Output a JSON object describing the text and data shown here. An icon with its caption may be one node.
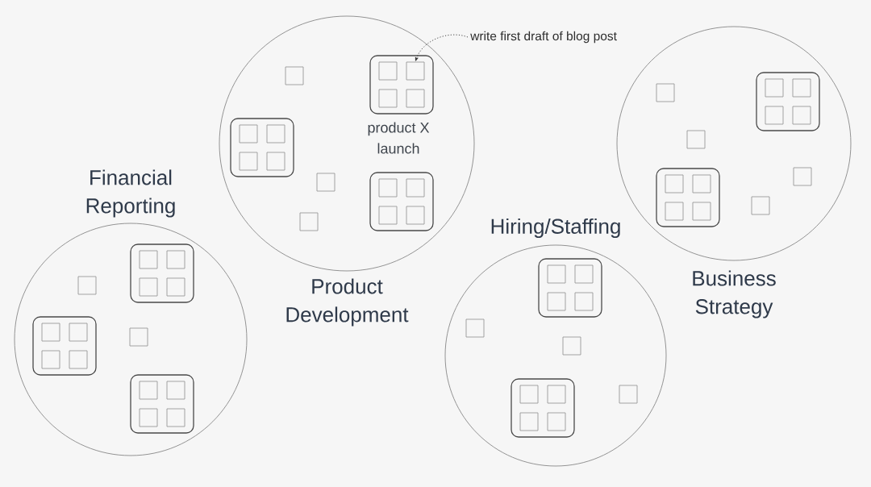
{
  "diagram": {
    "nodes": [
      {
        "text": [
          "Financial Reporting"
        ]
      },
      {
        "text": [],
        "shape": "box",
        "in": 0
      },
      {
        "text": [],
        "shape": "box",
        "in": 1
      },
      {
        "text": [],
        "shape": "box",
        "in": 1
      },
      {
        "text": [],
        "shape": "box",
        "in": 1
      },
      {
        "text": [],
        "shape": "box",
        "in": 1
      },
      {
        "text": [],
        "shape": "box",
        "in": 0
      },
      {
        "text": [],
        "shape": "box",
        "in": 0
      },
      {
        "text": [],
        "shape": "box",
        "in": 0
      },
      {
        "text": [],
        "shape": "box",
        "in": 8
      },
      {
        "text": [],
        "shape": "box",
        "in": 8
      },
      {
        "text": [],
        "shape": "box",
        "in": 8
      },
      {
        "text": [],
        "shape": "box",
        "in": 8
      },
      {
        "text": [],
        "shape": "box",
        "in": 0
      },
      {
        "text": [],
        "shape": "box",
        "in": 13
      },
      {
        "text": [],
        "shape": "box",
        "in": 13
      },
      {
        "text": [],
        "shape": "box",
        "in": 13
      },
      {
        "text": [],
        "shape": "box",
        "in": 13
      },
      {
        "text": [
          "Product Development"
        ]
      },
      {
        "text": [],
        "shape": "box",
        "in": 18,
        "beside": [
          "product X launch"
        ]
      },
      {
        "text": [],
        "shape": "box",
        "in": 19
      },
      {
        "text": [],
        "shape": "box",
        "in": 19
      },
      {
        "text": [],
        "shape": "box",
        "in": 19
      },
      {
        "text": [],
        "shape": "box",
        "in": 19
      },
      {
        "text": [],
        "shape": "box",
        "in": 18
      },
      {
        "text": [],
        "shape": "box",
        "in": 18
      },
      {
        "text": [],
        "shape": "box",
        "in": 25
      },
      {
        "text": [],
        "shape": "box",
        "in": 25
      },
      {
        "text": [],
        "shape": "box",
        "in": 25
      },
      {
        "text": [],
        "shape": "box",
        "in": 25
      },
      {
        "text": [],
        "shape": "box",
        "in": 18
      },
      {
        "text": [],
        "shape": "box",
        "in": 18
      },
      {
        "text": [],
        "shape": "box",
        "in": 31
      },
      {
        "text": [],
        "shape": "box",
        "in": 31
      },
      {
        "text": [],
        "shape": "box",
        "in": 31
      },
      {
        "text": [],
        "shape": "box",
        "in": 31
      },
      {
        "text": [],
        "shape": "box",
        "in": 18
      },
      {
        "text": [
          "write first draft of blog post"
        ]
      },
      {
        "text": [
          "Hiring/Staffing"
        ]
      },
      {
        "text": [],
        "shape": "box",
        "in": 38
      },
      {
        "text": [],
        "shape": "box",
        "in": 39
      },
      {
        "text": [],
        "shape": "box",
        "in": 39
      },
      {
        "text": [],
        "shape": "box",
        "in": 39
      },
      {
        "text": [],
        "shape": "box",
        "in": 39
      },
      {
        "text": [],
        "shape": "box",
        "in": 38
      },
      {
        "text": [],
        "shape": "box",
        "in": 38
      },
      {
        "text": [],
        "shape": "box",
        "in": 38
      },
      {
        "text": [],
        "shape": "box",
        "in": 38
      },
      {
        "text": [],
        "shape": "box",
        "in": 47
      },
      {
        "text": [],
        "shape": "box",
        "in": 47
      },
      {
        "text": [],
        "shape": "box",
        "in": 47
      },
      {
        "text": [],
        "shape": "box",
        "in": 47
      },
      {
        "text": [
          "Business Strategy"
        ]
      },
      {
        "text": [],
        "shape": "box",
        "in": 52
      },
      {
        "text": [],
        "shape": "box",
        "in": 53
      },
      {
        "text": [],
        "shape": "box",
        "in": 53
      },
      {
        "text": [],
        "shape": "box",
        "in": 53
      },
      {
        "text": [],
        "shape": "box",
        "in": 53
      },
      {
        "text": [],
        "shape": "box",
        "in": 52
      },
      {
        "text": [],
        "shape": "box",
        "in": 52
      },
      {
        "text": [],
        "shape": "box",
        "in": 52
      },
      {
        "text": [],
        "shape": "box",
        "in": 52
      },
      {
        "text": [],
        "shape": "box",
        "in": 61
      },
      {
        "text": [],
        "shape": "box",
        "in": 61
      },
      {
        "text": [],
        "shape": "box",
        "in": 61
      },
      {
        "text": [],
        "shape": "box",
        "in": 61
      },
      {
        "text": [],
        "shape": "box",
        "in": 52
      }
    ],
    "edges": [
      {
        "from": 37,
        "to": 21,
        "arrow": "to",
        "style": "dashed"
      }
    ]
  }
}
